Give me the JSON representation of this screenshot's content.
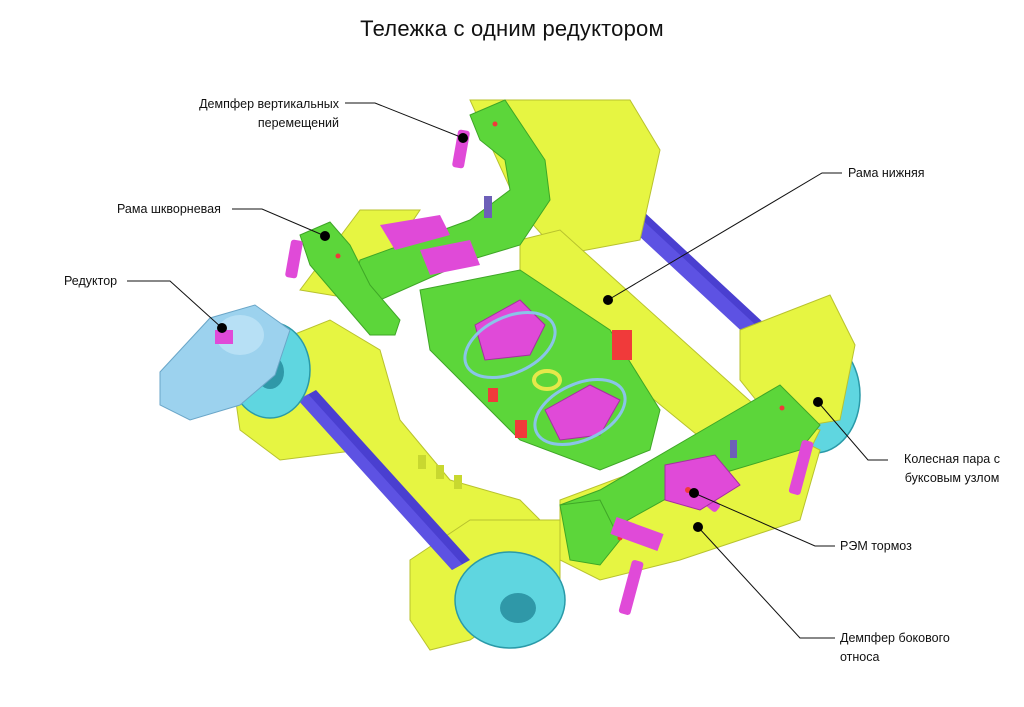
{
  "title": "Тележка с одним редуктором",
  "labels": {
    "damper_vertical": [
      "Демпфер вертикальных",
      "перемещений"
    ],
    "bolster_frame": "Рама шкворневая",
    "gearbox": "Редуктор",
    "lower_frame": "Рама нижняя",
    "wheelset": [
      "Колесная пара с",
      "буксовым узлом"
    ],
    "rem_brake": "РЭМ тормоз",
    "damper_lateral": [
      "Демпфер бокового",
      "относа"
    ]
  },
  "colors": {
    "frame_yellow": "#e6f542",
    "frame_green": "#5cd63a",
    "wheel_cyan": "#5fd6e0",
    "axle_blue": "#4a3fd0",
    "part_magenta": "#e04ad8",
    "part_red": "#f03a3a",
    "gearbox_lightblue": "#9cd2ee"
  }
}
